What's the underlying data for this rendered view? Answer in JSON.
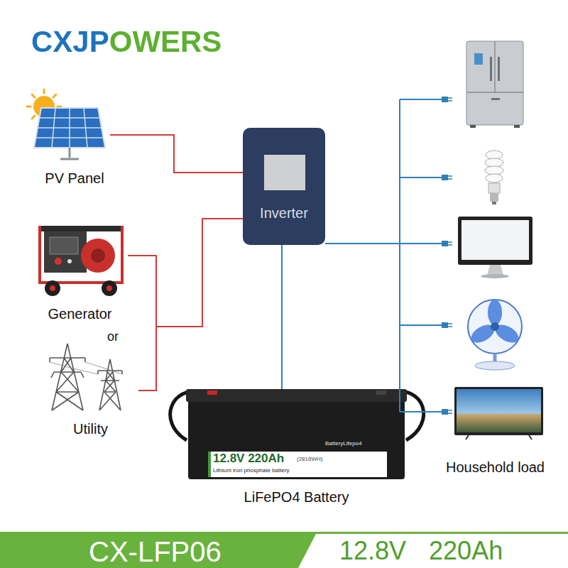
{
  "diagram": {
    "nodes": [
      {
        "text": [
          "PV Panel"
        ]
      },
      {
        "text": [
          "Generator"
        ]
      },
      {
        "text": [
          "Utility"
        ]
      },
      {
        "text": [
          "Inverter"
        ]
      },
      {
        "text": [
          "LiFePO4 Battery"
        ]
      },
      {
        "text": [
          "Household load"
        ]
      }
    ],
    "edges": [
      {
        "from": 0,
        "to": 3,
        "arrow": "none"
      },
      {
        "from": 1,
        "to": 3,
        "arrow": "none"
      },
      {
        "from": 2,
        "to": 3,
        "arrow": "none"
      },
      {
        "from": 3,
        "to": 4,
        "arrow": "none"
      },
      {
        "from": 3,
        "to": 5,
        "arrow": "none"
      }
    ],
    "labels": [
      "CXJPOWERS",
      "or",
      "BatteryLifepo4",
      "12.8V 220Ah",
      "(2816WH)",
      "Lithium iron phosphate battery",
      "CX-LFP06",
      "12.8V 220Ah"
    ]
  }
}
